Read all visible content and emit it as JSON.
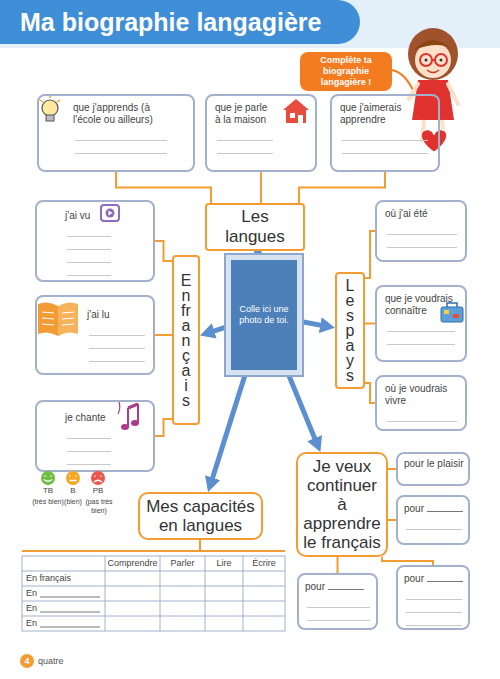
{
  "diagram": {
    "title": "Ma biographie langagière",
    "nodes": [
      {
        "text": [
          "Complète ta biographie langagière !"
        ]
      },
      {
        "text": [
          "que j'apprends (à l'école ou ailleurs)"
        ]
      },
      {
        "text": [
          "que je parle à la maison"
        ]
      },
      {
        "text": [
          "que j'aimerais apprendre"
        ]
      },
      {
        "text": [
          "Les langues"
        ]
      },
      {
        "text": [
          "j'ai vu"
        ]
      },
      {
        "text": [
          "où j'ai été"
        ]
      },
      {
        "text": [
          "En français"
        ]
      },
      {
        "text": [
          "Les pays"
        ]
      },
      {
        "text": [
          "Colle ici une photo de toi."
        ]
      },
      {
        "text": [
          "j'ai lu"
        ]
      },
      {
        "text": [
          "que je voudrais connaître"
        ]
      },
      {
        "text": [
          "je chante"
        ]
      },
      {
        "text": [
          "où je voudrais vivre"
        ]
      },
      {
        "text": [
          "Je veux continuer à apprendre le français"
        ]
      },
      {
        "text": [
          "Mes capacités en langues"
        ]
      },
      {
        "text": [
          "pour le plaisir"
        ]
      },
      {
        "text": [
          "pour"
        ]
      },
      {
        "text": [
          "pour"
        ]
      },
      {
        "text": [
          "pour"
        ]
      }
    ],
    "edges": [
      {
        "from": 9,
        "to": 4,
        "arrow": "to"
      },
      {
        "from": 9,
        "to": 7,
        "arrow": "to"
      },
      {
        "from": 9,
        "to": 8,
        "arrow": "to"
      },
      {
        "from": 9,
        "to": 15,
        "arrow": "to"
      },
      {
        "from": 9,
        "to": 14,
        "arrow": "to"
      },
      {
        "from": 4,
        "to": 1,
        "arrow": "none"
      },
      {
        "from": 4,
        "to": 2,
        "arrow": "none"
      },
      {
        "from": 4,
        "to": 3,
        "arrow": "none"
      },
      {
        "from": 7,
        "to": 5,
        "arrow": "none"
      },
      {
        "from": 7,
        "to": 10,
        "arrow": "none"
      },
      {
        "from": 7,
        "to": 12,
        "arrow": "none"
      },
      {
        "from": 8,
        "to": 6,
        "arrow": "none"
      },
      {
        "from": 8,
        "to": 11,
        "arrow": "none"
      },
      {
        "from": 8,
        "to": 13,
        "arrow": "none"
      },
      {
        "from": 14,
        "to": 16,
        "arrow": "none"
      },
      {
        "from": 14,
        "to": 17,
        "arrow": "none"
      },
      {
        "from": 14,
        "to": 18,
        "arrow": "none"
      },
      {
        "from": 14,
        "to": 19,
        "arrow": "none"
      }
    ],
    "labels": [
      "(très bien)",
      "(bien)",
      "(pas très bien)",
      "Comprendre",
      "Parler",
      "Lire",
      "Écrire",
      "En français",
      "En",
      "En",
      "En",
      "4",
      "quatre"
    ],
    "legend": [
      {
        "text": "TB",
        "color": "#6cbf3f"
      },
      {
        "text": "B",
        "color": "#f5a623"
      },
      {
        "text": "PB",
        "color": "#e9574b"
      }
    ]
  }
}
